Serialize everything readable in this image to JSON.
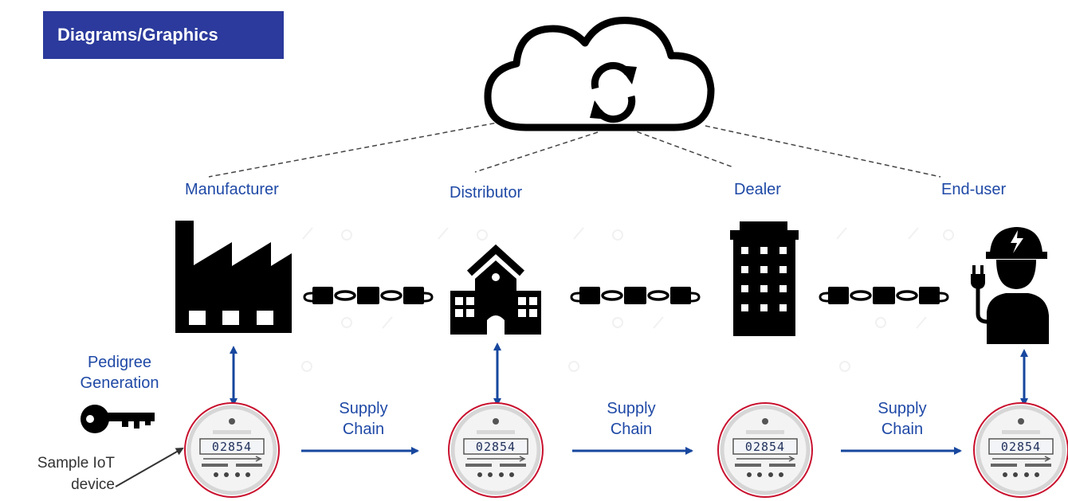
{
  "badge": {
    "label": "Diagrams/Graphics"
  },
  "stakeholders": [
    {
      "label": "Manufacturer",
      "icon": "factory-icon"
    },
    {
      "label": "Distributor",
      "icon": "school-building-icon"
    },
    {
      "label": "Dealer",
      "icon": "office-tower-icon"
    },
    {
      "label": "End-user",
      "icon": "worker-with-plug-icon"
    }
  ],
  "pedigree": {
    "line1": "Pedigree",
    "line2": "Generation",
    "icon": "key-icon"
  },
  "supply_chain": [
    {
      "line1": "Supply",
      "line2": "Chain"
    },
    {
      "line1": "Supply",
      "line2": "Chain"
    },
    {
      "line1": "Supply",
      "line2": "Chain"
    }
  ],
  "iot": {
    "line1": "Sample IoT",
    "line2": "device"
  },
  "meter": {
    "reading": "02854"
  },
  "cloud": {
    "icon": "cloud-sync-icon"
  },
  "colors": {
    "label_blue": "#1f49a6",
    "badge_bg": "#2b3a9c",
    "arrow_blue": "#17479e",
    "meter_ring": "#c8102e"
  }
}
